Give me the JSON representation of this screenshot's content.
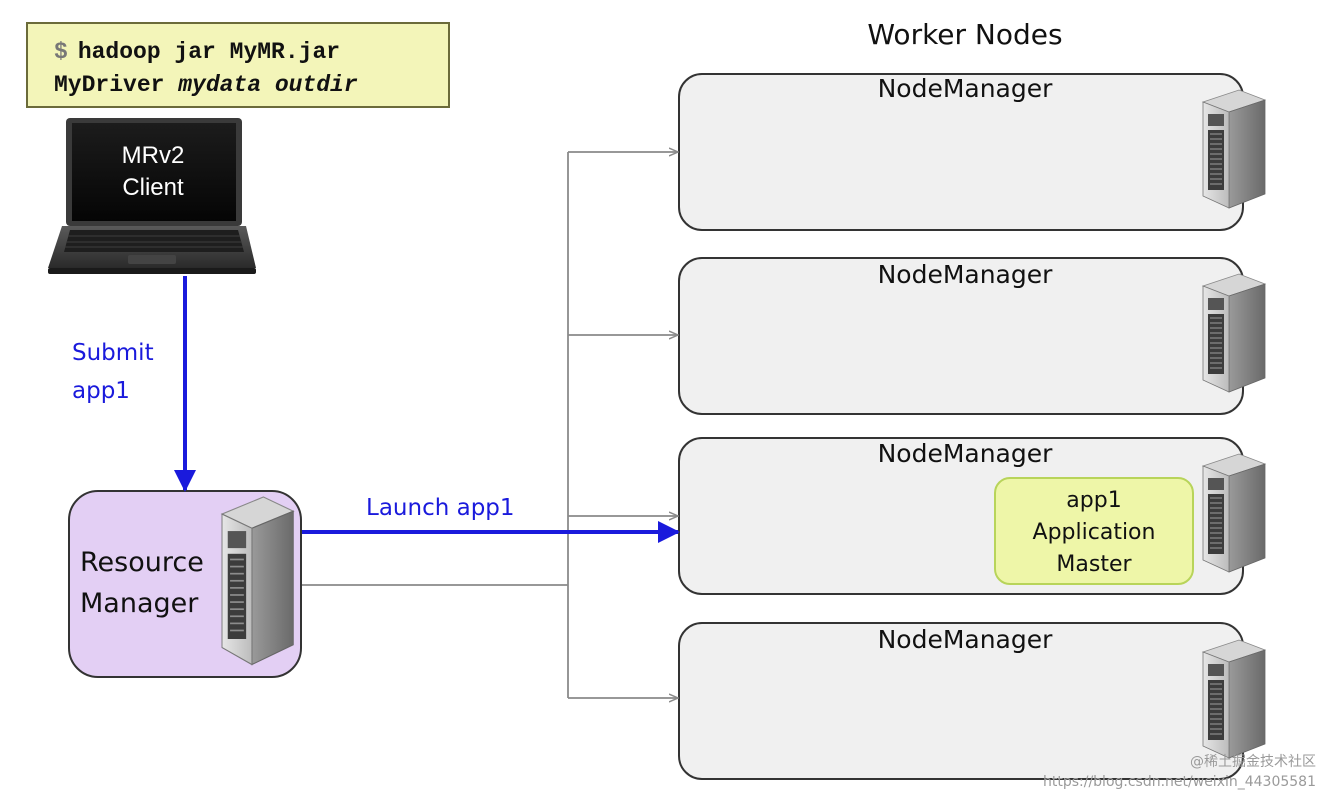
{
  "command": {
    "dollar": "$",
    "line1": "hadoop jar MyMR.jar",
    "line2_prefix": "MyDriver",
    "line2_args": "mydata outdir"
  },
  "client": {
    "line1": "MRv2",
    "line2": "Client"
  },
  "submit": {
    "line1": "Submit",
    "line2": "app1"
  },
  "launch_label": "Launch app1",
  "resource_manager": {
    "line1": "Resource",
    "line2": "Manager"
  },
  "worker_title": "Worker Nodes",
  "nodes": [
    {
      "label": "NodeManager"
    },
    {
      "label": "NodeManager"
    },
    {
      "label": "NodeManager"
    },
    {
      "label": "NodeManager"
    }
  ],
  "app_master": {
    "line1": "app1",
    "line2": "Application",
    "line3": "Master"
  },
  "watermark": {
    "line1": "@稀土掘金技术社区",
    "line2": "https://blog.csdn.net/weixin_44305581"
  },
  "colors": {
    "command_bg": "#f3f5b9",
    "resource_manager_bg": "#e3cff4",
    "node_bg": "#f0f0f0",
    "app_master_bg": "#eef6a8",
    "highlight_arrow": "#1a1adc",
    "connector": "#8a8a8a"
  }
}
